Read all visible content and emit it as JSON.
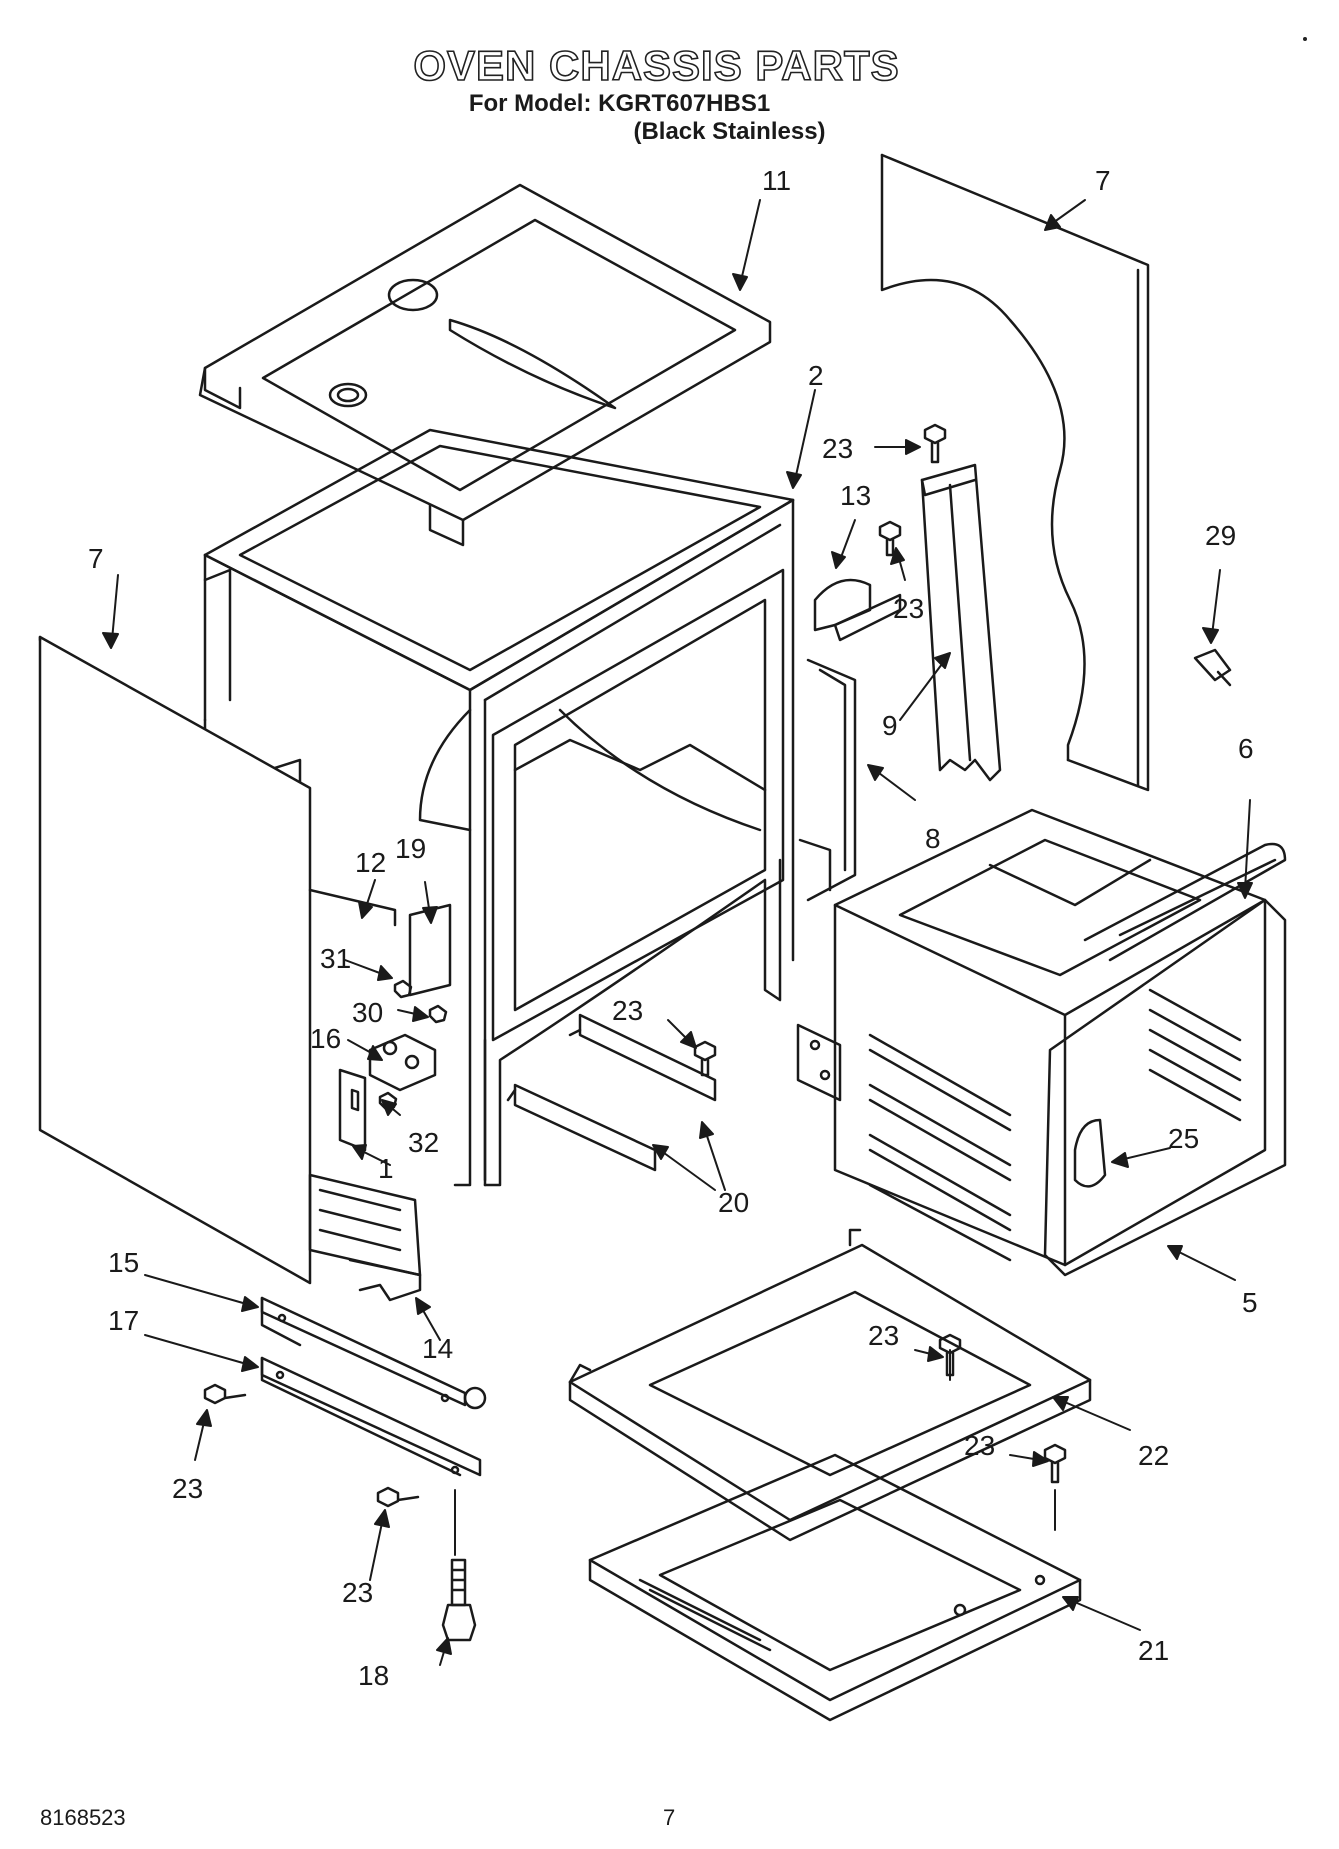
{
  "header": {
    "title": "OVEN CHASSIS PARTS",
    "model_line": "For Model: KGRT607HBS1",
    "finish_line": "(Black Stainless)"
  },
  "callouts": [
    "11",
    "7",
    "2",
    "23",
    "13",
    "23",
    "29",
    "7",
    "9",
    "8",
    "6",
    "12",
    "19",
    "31",
    "30",
    "16",
    "32",
    "1",
    "23",
    "20",
    "25",
    "5",
    "15",
    "17",
    "14",
    "23",
    "22",
    "23",
    "23",
    "23",
    "21",
    "18"
  ],
  "footer": {
    "doc_number": "8168523",
    "page_number": "7"
  }
}
